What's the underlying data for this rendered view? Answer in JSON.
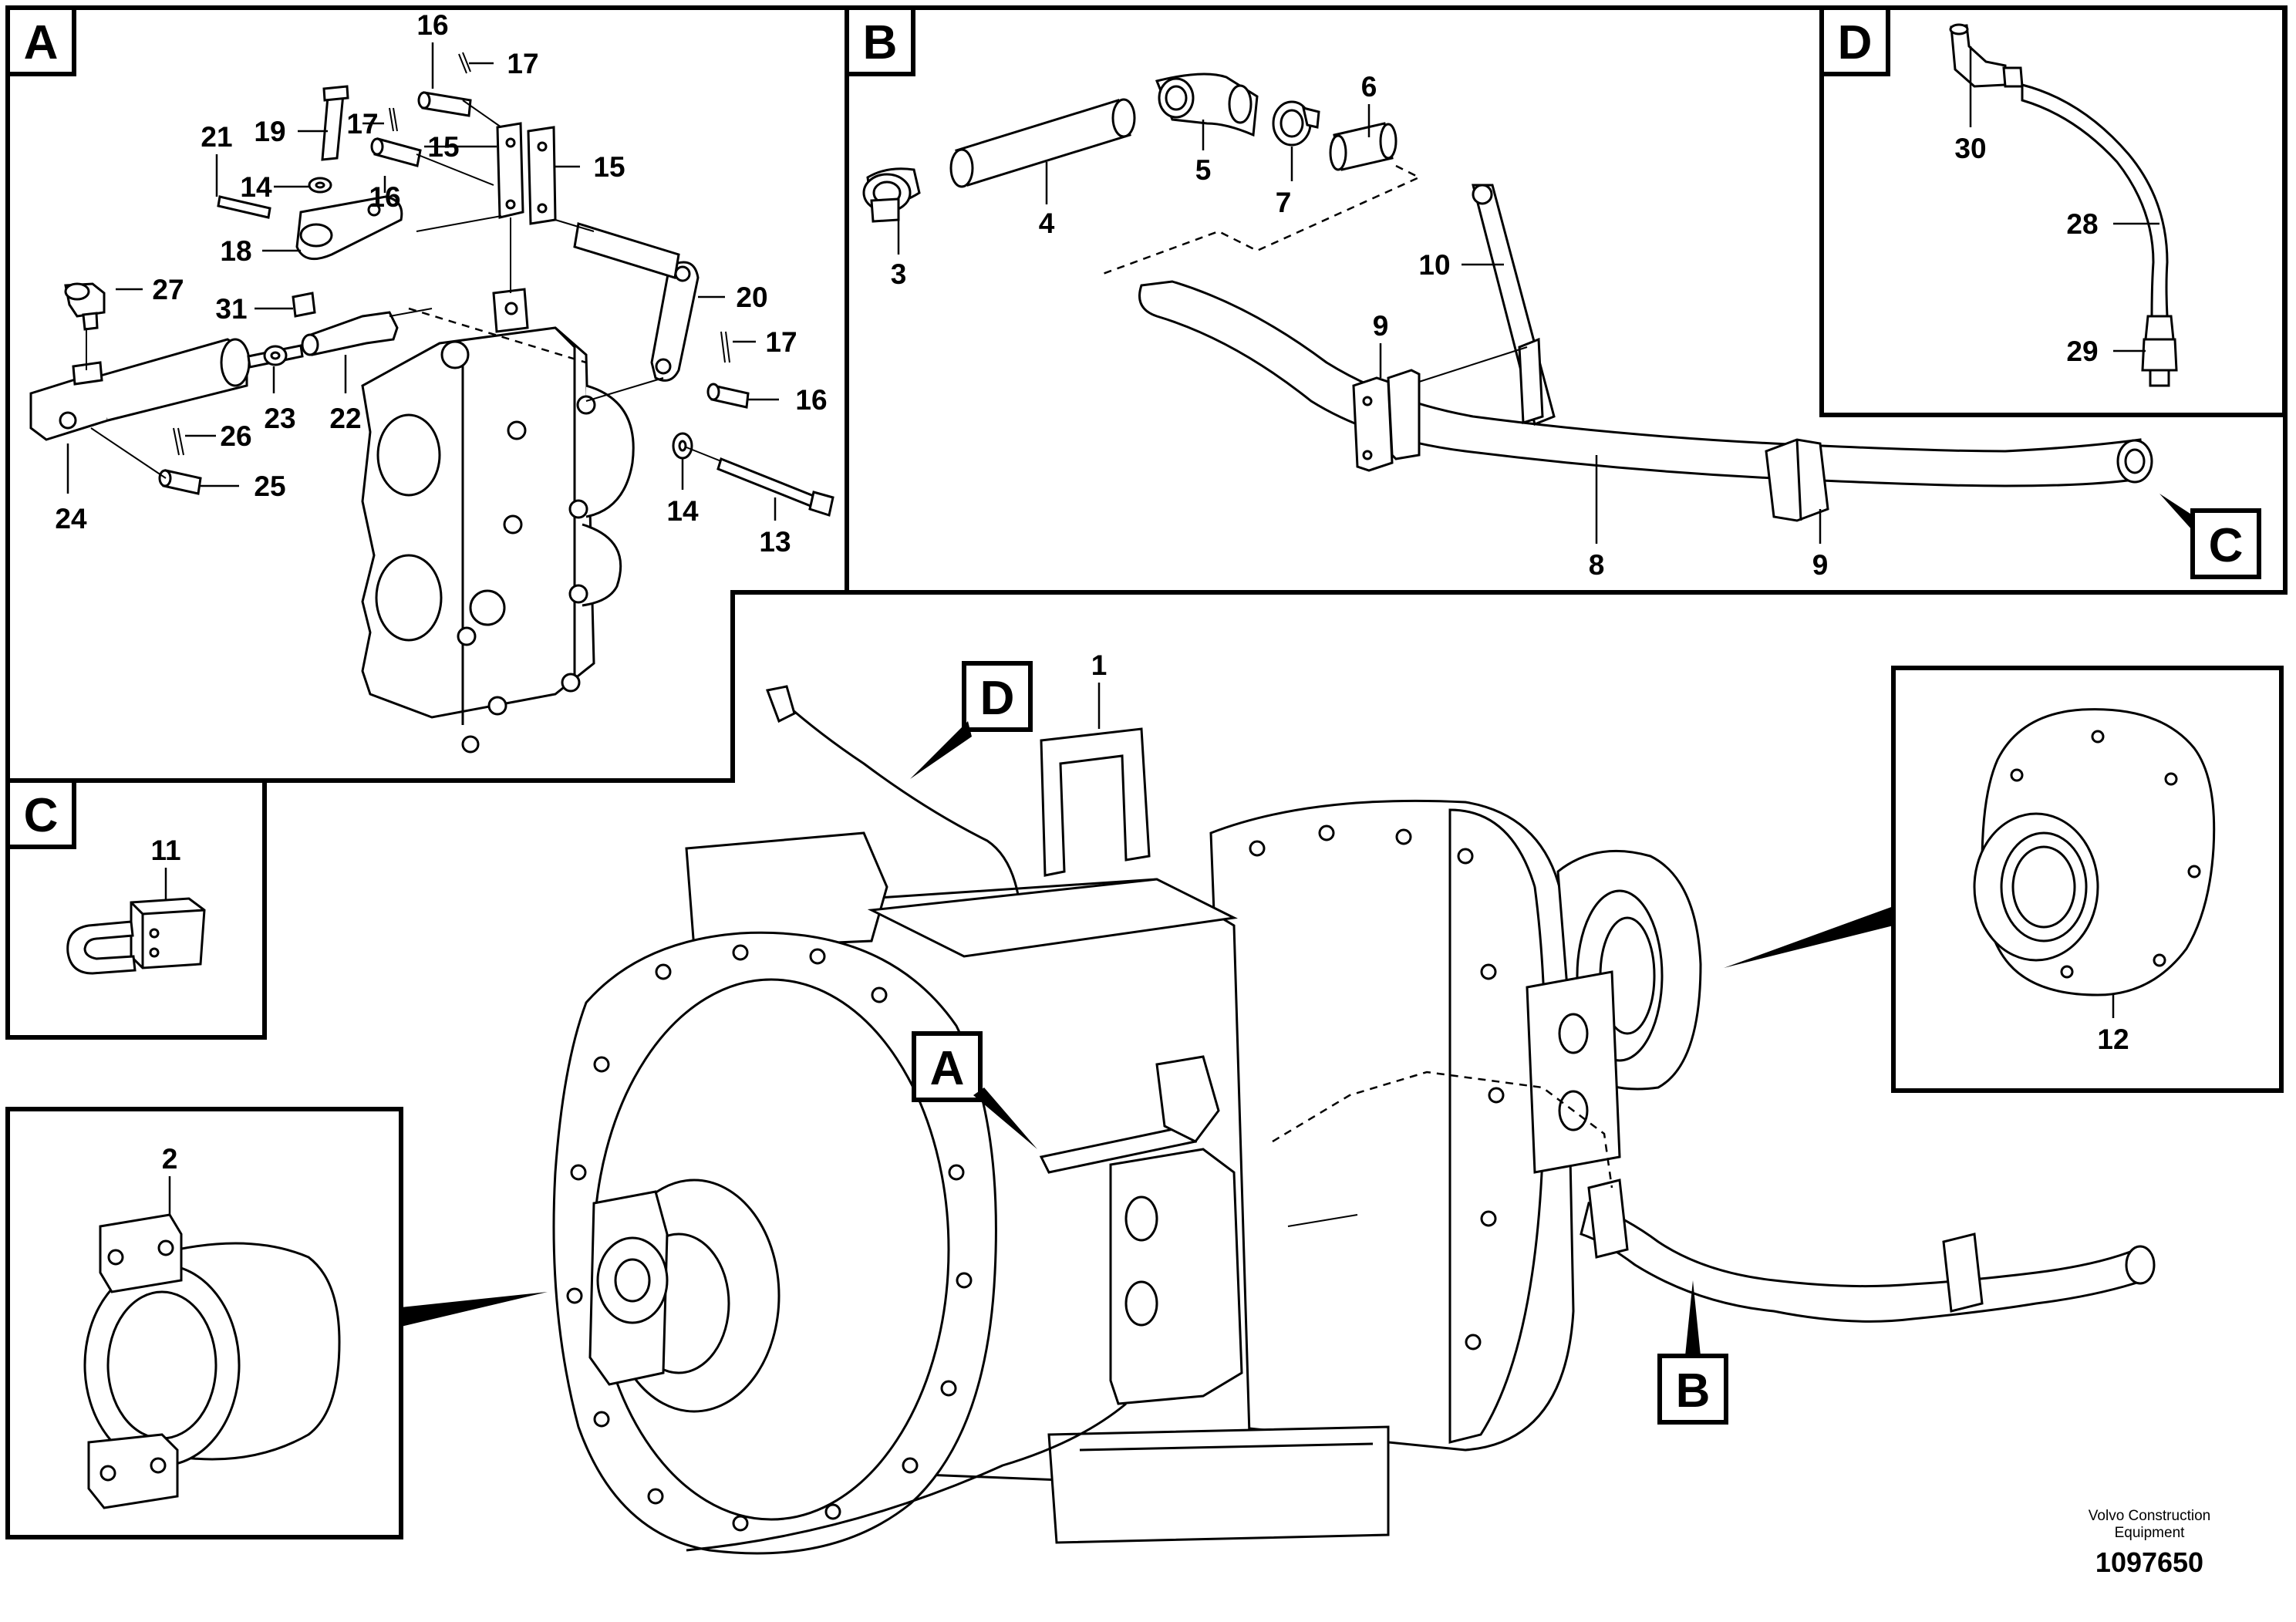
{
  "sections": {
    "A": "A",
    "B": "B",
    "C": "C",
    "D": "D"
  },
  "pointer_tags": {
    "A": "A",
    "B": "B",
    "C": "C",
    "D": "D"
  },
  "callouts": {
    "n1": "1",
    "n2": "2",
    "n3": "3",
    "n4": "4",
    "n5": "5",
    "n6": "6",
    "n7": "7",
    "n8": "8",
    "n9a": "9",
    "n9b": "9",
    "n10": "10",
    "n11": "11",
    "n12": "12",
    "n13": "13",
    "n14a": "14",
    "n14b": "14",
    "n15a": "15",
    "n15b": "15",
    "n16a": "16",
    "n16b": "16",
    "n16c": "16",
    "n17a": "17",
    "n17b": "17",
    "n17c": "17",
    "n18": "18",
    "n19": "19",
    "n20": "20",
    "n21": "21",
    "n22": "22",
    "n23": "23",
    "n24": "24",
    "n25": "25",
    "n26": "26",
    "n27": "27",
    "n28": "28",
    "n29": "29",
    "n30": "30",
    "n31": "31"
  },
  "credit": {
    "company_line1": "Volvo Construction",
    "company_line2": "Equipment",
    "drawing_number": "1097650"
  }
}
